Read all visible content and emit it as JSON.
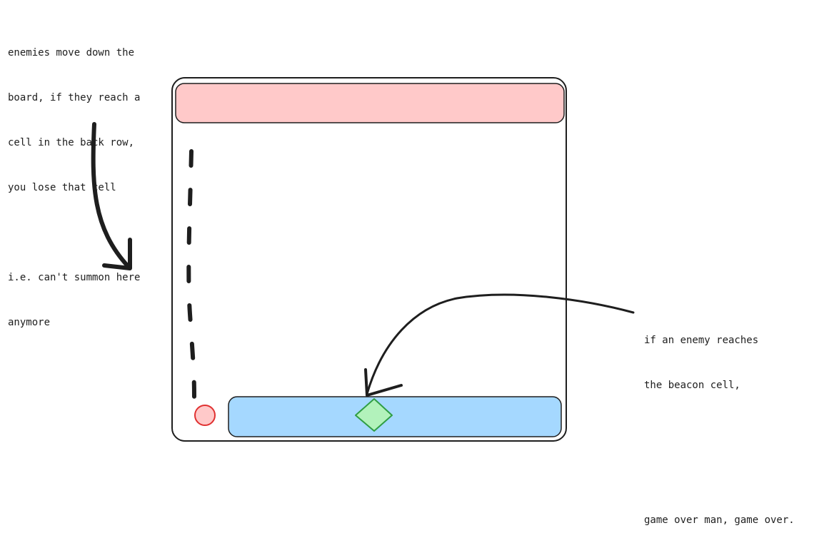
{
  "notes": {
    "left": {
      "lines": [
        "enemies move down the",
        "board, if they reach a",
        "cell in the back row,",
        "you lose that cell"
      ],
      "lines2": [
        "i.e. can't summon here",
        "anymore"
      ]
    },
    "right": {
      "lines": [
        "if an enemy reaches",
        "the beacon cell,"
      ],
      "lines2": [
        "game over man, game over."
      ]
    }
  },
  "colors": {
    "stroke": "#1e1e1e",
    "enemy_row_fill": "#ffc9c9",
    "enemy_row_stroke": "#1e1e1e",
    "home_row_fill": "#a5d8ff",
    "home_row_stroke": "#1e1e1e",
    "beacon_fill": "#b2f2bb",
    "beacon_stroke": "#2f9e44",
    "enemy_fill": "#ffc9c9",
    "enemy_stroke": "#e03131"
  }
}
